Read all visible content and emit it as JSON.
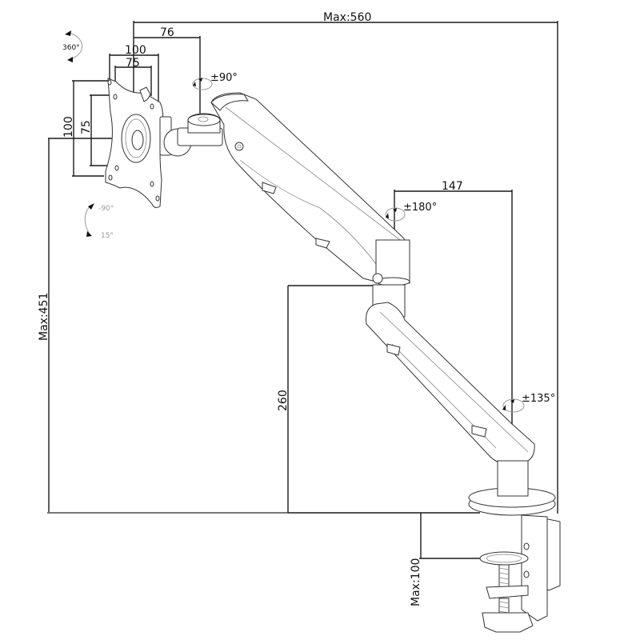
{
  "diagram": {
    "subject": "Monitor arm with desk clamp — dimension drawing",
    "dimensions": {
      "max_reach": "Max:560",
      "vesa_offset": "76",
      "vesa_outer_width": "100",
      "vesa_inner_width": "75",
      "vesa_outer_height": "100",
      "vesa_inner_height": "75",
      "max_height": "Max:451",
      "pole_height": "260",
      "lower_arm_reach": "147",
      "clamp_max_thickness": "Max:100"
    },
    "rotations": {
      "swivel_full": "360°",
      "head_swivel": "±90°",
      "tilt_up": "-90°",
      "tilt_down": "15°",
      "elbow_swivel": "±180°",
      "base_swivel": "±135°"
    },
    "colors": {
      "line": "#1a1a1a",
      "part_outline": "#333333",
      "light_annotation": "#999999",
      "background": "#ffffff"
    }
  }
}
